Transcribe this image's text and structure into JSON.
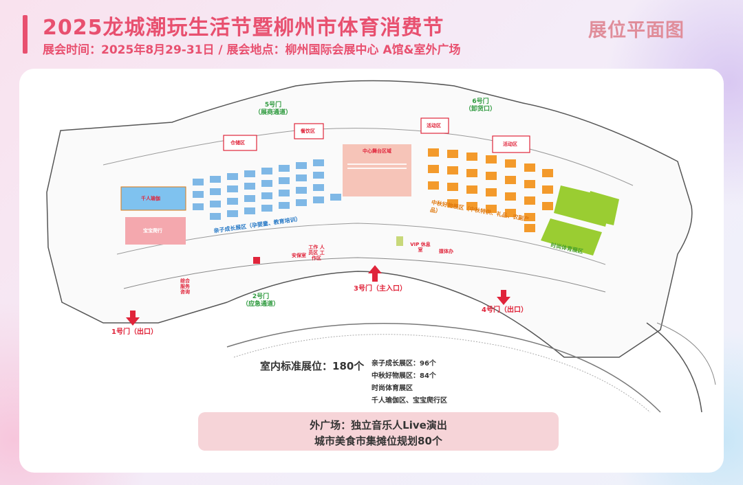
{
  "header": {
    "title": "2025龙城潮玩生活节暨柳州市体育消费节",
    "subtitle": "展会时间：2025年8月29-31日  /  展会地点：柳州国际会展中心 A馆&室外广场",
    "plan_label": "展位平面图"
  },
  "map": {
    "gates": {
      "gate5": "5号门",
      "gate5_note": "（展商通道）",
      "gate6": "6号门",
      "gate6_note": "（卸货口）",
      "gate2": "2号门",
      "gate2_note": "（应急通道）",
      "gate1": "1号门（出口）",
      "gate3": "3号门（主入口）",
      "gate4": "4号门（出口）"
    },
    "zones": {
      "storage": "仓储区",
      "dining": "餐饮区",
      "activity_1": "活动区",
      "activity_2": "活动区",
      "center_stage": "中心舞台区域",
      "yoga": "千人瑜伽",
      "baby_crawl": "宝宝爬行",
      "parenting": "亲子成长展区（孕婴童、教育培训）",
      "mid_autumn": "中秋好物展区（中秋特供、礼品、农副产品）",
      "sports": "时尚体育展区",
      "vip": "VIP 休息室",
      "media": "媒体办",
      "service": "综合 服务 咨询",
      "security": "安保室",
      "workers": "工作 人员区 工作区"
    },
    "colors": {
      "blue_booth": "#7fb8e6",
      "orange_booth": "#f39a2b",
      "green_block": "#9acd32",
      "stage": "#f6c4b8",
      "accent": "#e8506f"
    }
  },
  "stats": {
    "indoor": "室内标准展位：180个",
    "items": [
      "亲子成长展区：96个",
      "中秋好物展区：84个",
      "时尚体育展区",
      "千人瑜伽区、宝宝爬行区"
    ]
  },
  "footer": {
    "line1": "外广场：独立音乐人Live演出",
    "line2": "城市美食市集摊位规划80个"
  }
}
